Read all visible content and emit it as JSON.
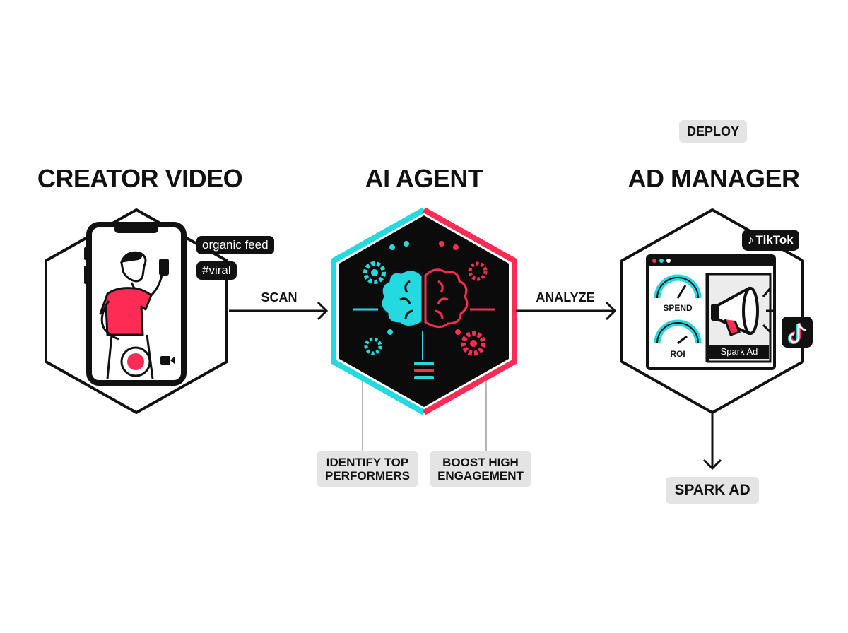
{
  "stages": {
    "creator": {
      "title": "CREATOR VIDEO",
      "tags": [
        "organic feed",
        "#viral"
      ]
    },
    "agent": {
      "title": "AI AGENT",
      "callouts": [
        "IDENTIFY TOP\nPERFORMERS",
        "BOOST HIGH\nENGAGEMENT"
      ]
    },
    "manager": {
      "title": "AD MANAGER",
      "gauges": [
        "SPEND",
        "ROI"
      ],
      "ad_label": "Spark Ad",
      "brand": "TikTok"
    }
  },
  "flow": {
    "scan": "SCAN",
    "analyze": "ANALYZE",
    "deploy": "DEPLOY",
    "output": "SPARK AD"
  },
  "colors": {
    "cyan": "#25D9E0",
    "red": "#FE2C55",
    "ink": "#111111",
    "chip_bg": "#E4E4E4"
  },
  "icons": [
    "phone-icon",
    "person-selfie-icon",
    "record-icon",
    "video-camera-icon",
    "brain-icon",
    "gear-icon",
    "gauge-icon",
    "megaphone-icon",
    "tiktok-note-icon"
  ]
}
